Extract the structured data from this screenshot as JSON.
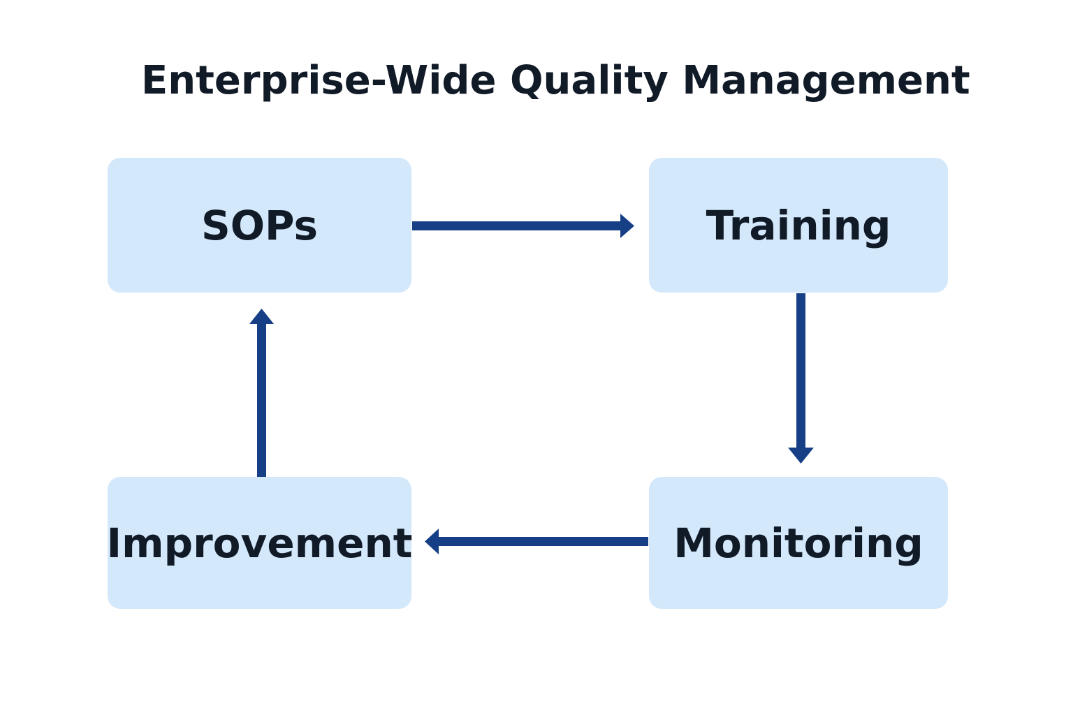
{
  "title": "Enterprise-Wide Quality Management",
  "nodes": {
    "sops": "SOPs",
    "training": "Training",
    "monitoring": "Monitoring",
    "improvement": "Improvement"
  },
  "colors": {
    "node_fill": "#d4e8fb",
    "arrow": "#173f86",
    "text": "#111a27"
  }
}
